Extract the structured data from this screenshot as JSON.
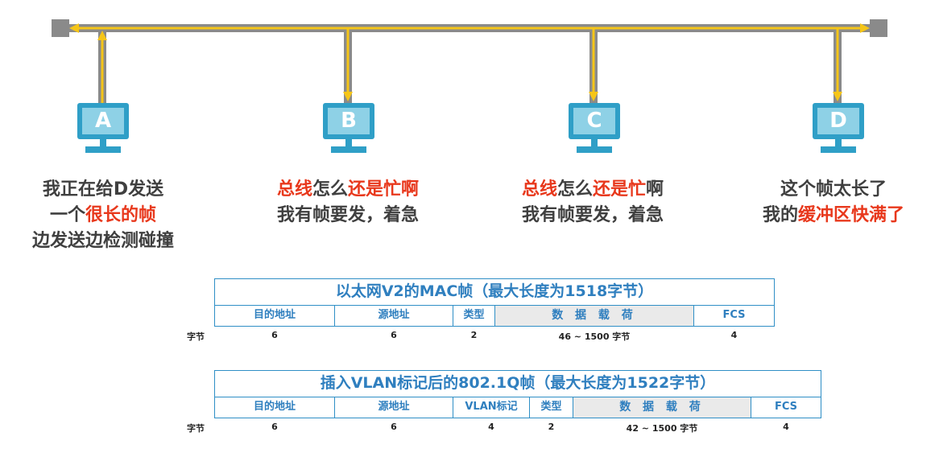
{
  "colors": {
    "bus": "#8a8a8a",
    "signal": "#f5c518",
    "monitor": "#2f9fc7",
    "accent_red": "#e8381c",
    "table_border": "#2f8fc6"
  },
  "hosts": [
    {
      "letter": "A"
    },
    {
      "letter": "B"
    },
    {
      "letter": "C"
    },
    {
      "letter": "D"
    }
  ],
  "captions": {
    "a": {
      "line1": "我正在给D发送",
      "line2_pre": "一个",
      "line2_red": "很长的帧",
      "line3": "边发送边检测碰撞"
    },
    "b": {
      "red1": "总线",
      "mid1": "怎么",
      "red2": "还是忙",
      "end1": "啊",
      "line2": "我有帧要发，着急"
    },
    "c": {
      "red1": "总线",
      "mid1": "怎么",
      "red2": "还是忙",
      "end1": "啊",
      "line2": "我有帧要发，着急"
    },
    "d": {
      "line1": "这个帧太长了",
      "line2_pre": "我的",
      "line2_red": "缓冲区快满了"
    }
  },
  "frame1": {
    "title": "以太网V2的MAC帧（最大长度为1518字节）",
    "fields": [
      "目的地址",
      "源地址",
      "类型",
      "数 据 载 荷",
      "FCS"
    ],
    "bytes_label": "字节",
    "bytes": [
      "6",
      "6",
      "2",
      "46 ~ 1500 字节",
      "4"
    ]
  },
  "frame2": {
    "title": "插入VLAN标记后的802.1Q帧（最大长度为1522字节）",
    "fields": [
      "目的地址",
      "源地址",
      "VLAN标记",
      "类型",
      "数 据 载 荷",
      "FCS"
    ],
    "bytes_label": "字节",
    "bytes": [
      "6",
      "6",
      "4",
      "2",
      "42 ~ 1500 字节",
      "4"
    ]
  }
}
